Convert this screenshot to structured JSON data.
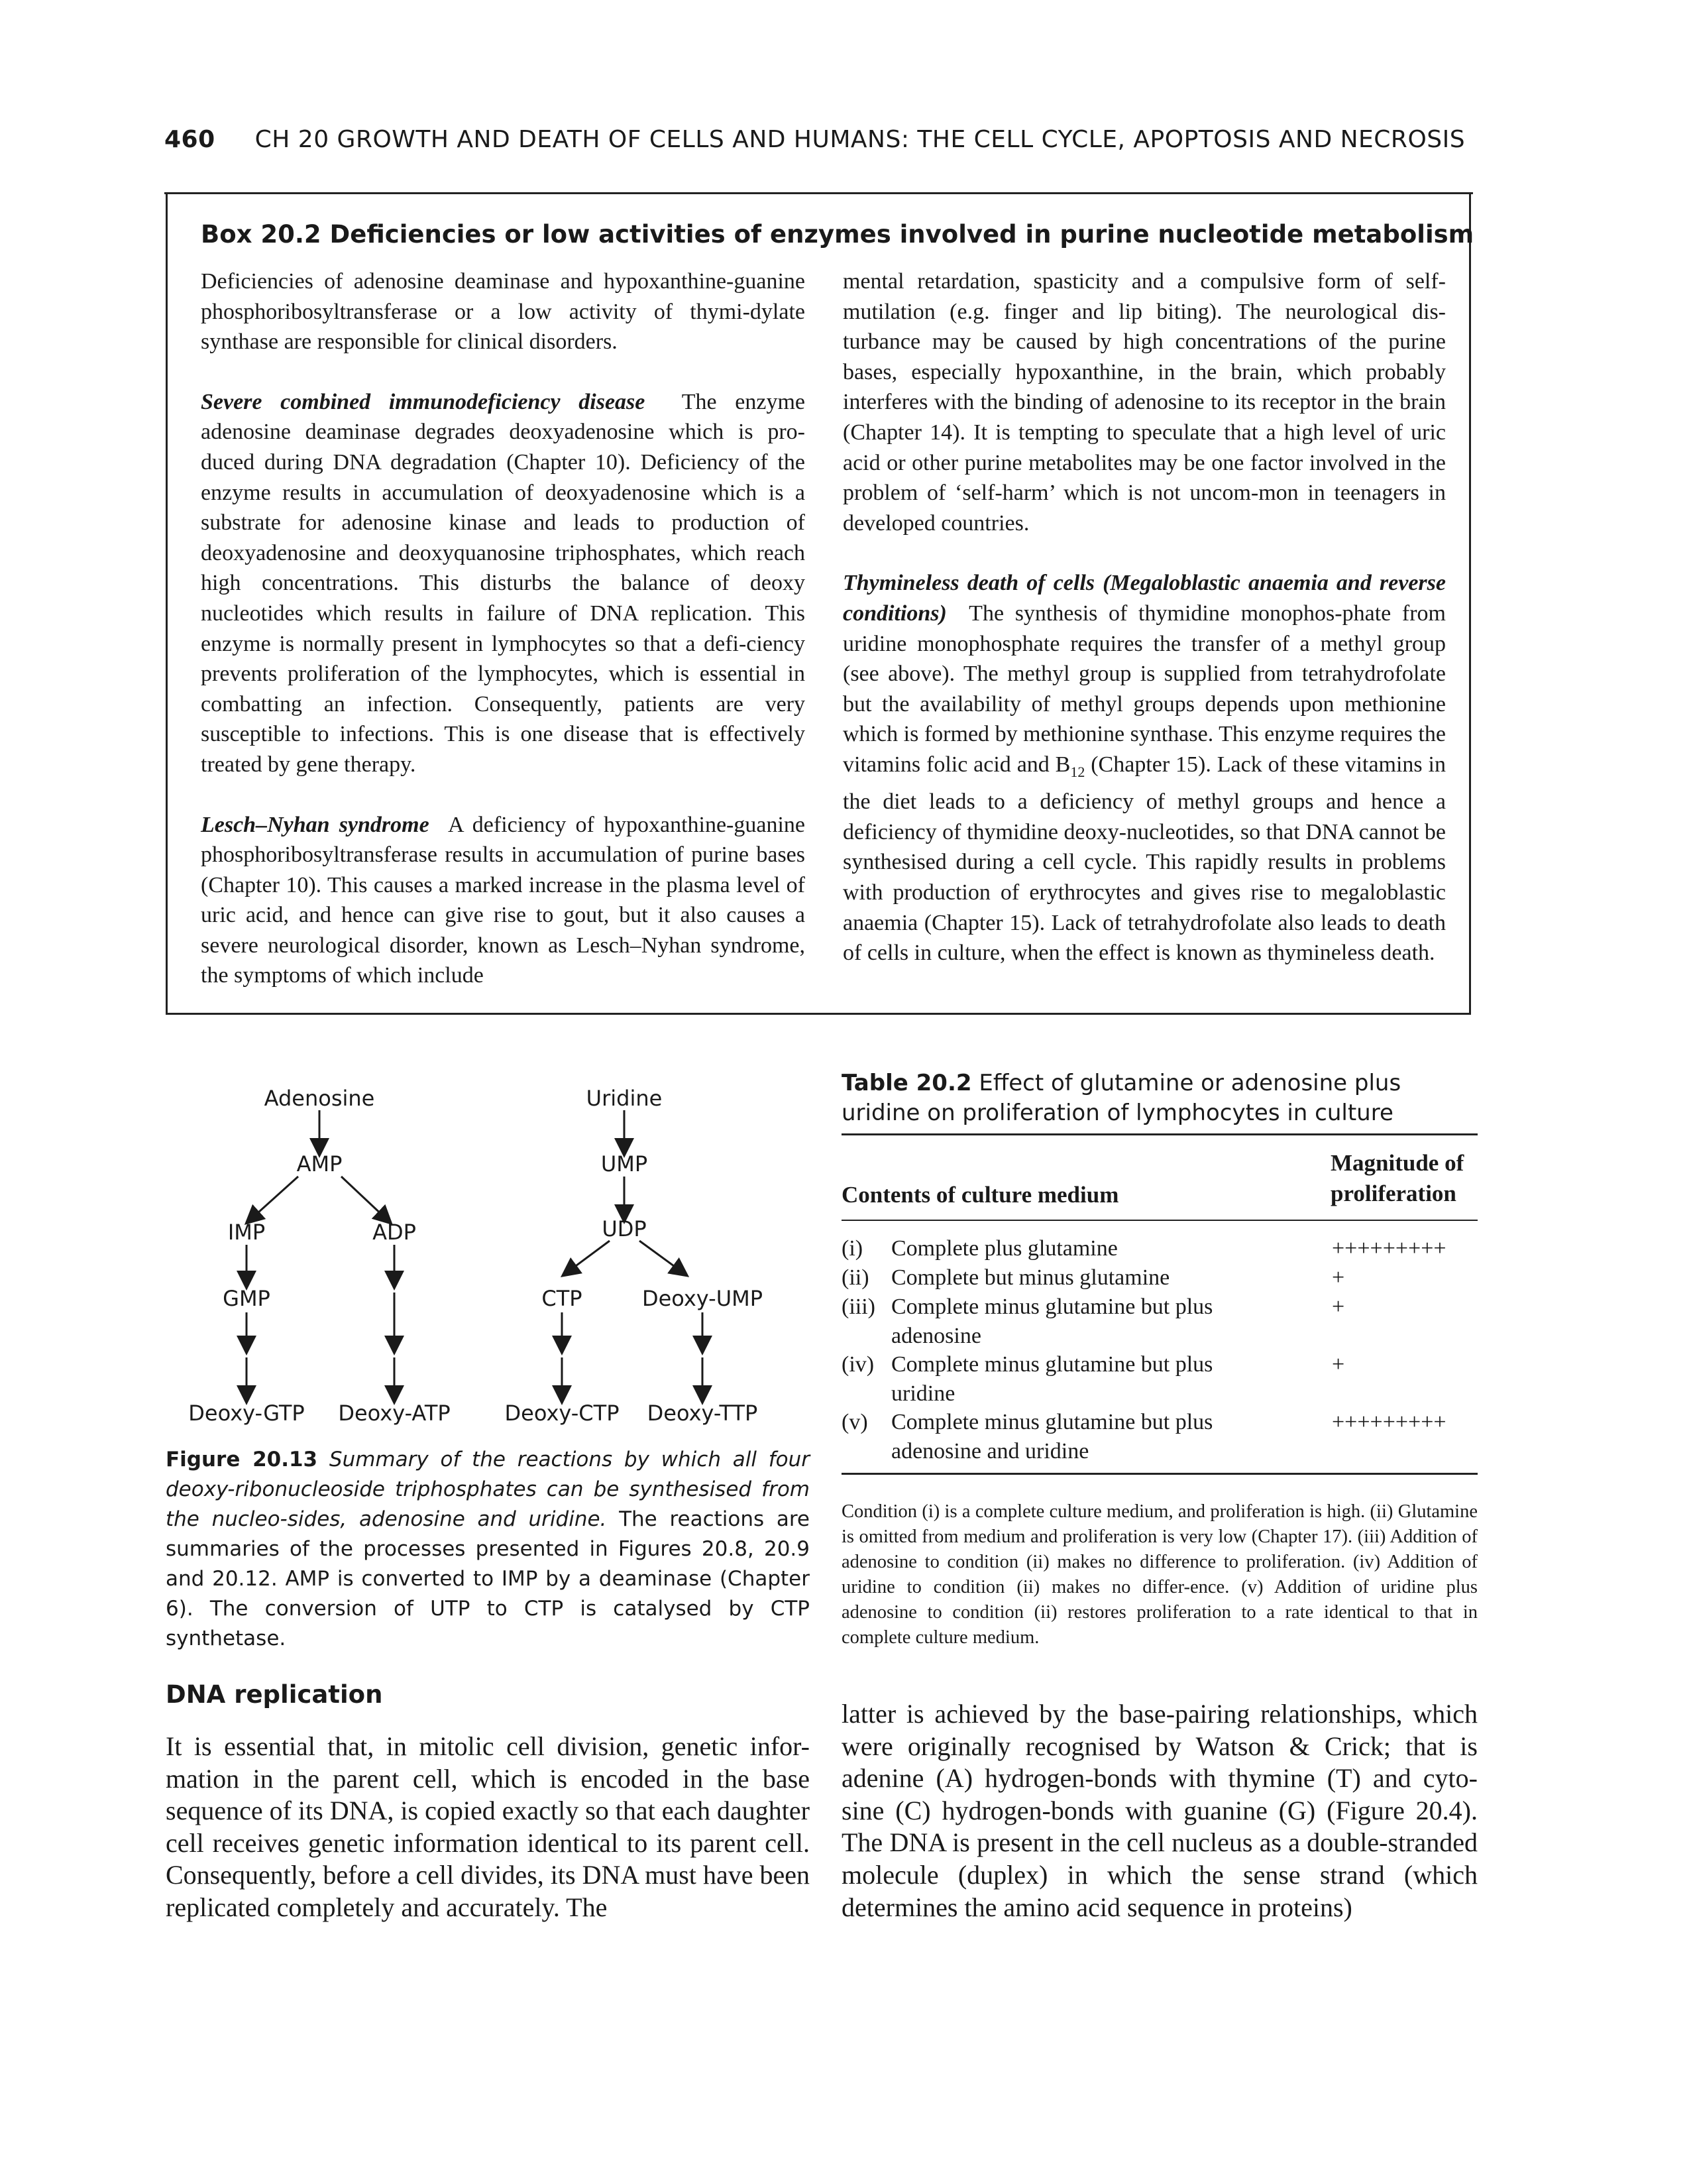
{
  "header": {
    "page_number": "460",
    "running_title": "CH 20  GROWTH AND DEATH OF CELLS AND HUMANS: THE CELL CYCLE, APOPTOSIS AND NECROSIS"
  },
  "box": {
    "title": "Box 20.2 Deficiencies or low activities of enzymes involved in purine nucleotide metabolism",
    "intro": "Deficiencies of adenosine deaminase and hypoxanthine-guanine phosphoribosyltransferase or a low activity of thymi-dylate synthase are responsible for clinical disorders.",
    "scid_heading": "Severe combined immunodeficiency disease",
    "scid_text": "The enzyme adenosine deaminase degrades deoxyadenosine which is pro-duced during DNA degradation (Chapter 10). Deficiency of the enzyme results in accumulation of deoxyadenosine which is a substrate for adenosine kinase and leads to production of deoxyadenosine and deoxyquanosine triphosphates, which reach high concentrations. This disturbs the balance of deoxy nucleotides which results in failure of DNA replication. This enzyme is normally present in lymphocytes so that a defi-ciency prevents proliferation of the lymphocytes, which is essential in combatting an infection. Consequently, patients are very susceptible to infections. This is one disease that is effectively treated by gene therapy.",
    "lesch_heading": "Lesch–Nyhan syndrome",
    "lesch_text": "A deficiency of hypoxanthine-guanine phosphoribosyltransferase results in accumulation of purine bases (Chapter 10). This causes a marked increase in the plasma level of uric acid, and hence can give rise to gout, but it also causes a severe neurological disorder, known as Lesch–Nyhan syndrome, the symptoms of which include",
    "right_para1": "mental retardation, spasticity and a compulsive form of self-mutilation (e.g. finger and lip biting). The neurological dis-turbance may be caused by high concentrations of the purine bases, especially hypoxanthine, in the brain, which probably interferes with the binding of adenosine to its receptor in the brain (Chapter 14). It is tempting to speculate that a high level of uric acid or other purine metabolites may be one factor involved in the problem of ‘self-harm’ which is not uncom-mon in teenagers in developed countries.",
    "thym_heading": "Thymineless death of cells (Megaloblastic anaemia and reverse conditions)",
    "thym_text_a": "The synthesis of thymidine monophos-phate from uridine monophosphate requires the transfer of a methyl group (see above). The methyl group is supplied from tetrahydrofolate but the availability of methyl groups depends upon methionine which is formed by methionine synthase. This enzyme requires the vitamins folic acid and B",
    "thym_sub": "12",
    "thym_text_b": " (Chapter 15). Lack of these vitamins in the diet leads to a deficiency of methyl groups and hence a deficiency of thymidine deoxy-nucleotides, so that DNA cannot be synthesised during a cell cycle. This rapidly results in problems with production of erythrocytes and gives rise to megaloblastic anaemia (Chapter 15). Lack of tetrahydrofolate also leads to death of cells in culture, when the effect is known as thymineless death."
  },
  "figure": {
    "nodes": {
      "adenosine": "Adenosine",
      "amp": "AMP",
      "imp": "IMP",
      "adp": "ADP",
      "gmp": "GMP",
      "deoxy_gtp": "Deoxy-GTP",
      "deoxy_atp": "Deoxy-ATP",
      "uridine": "Uridine",
      "ump": "UMP",
      "udp": "UDP",
      "ctp": "CTP",
      "deoxy_ump": "Deoxy-UMP",
      "deoxy_ctp": "Deoxy-CTP",
      "deoxy_ttp": "Deoxy-TTP"
    },
    "caption_label": "Figure 20.13",
    "caption_italic": "Summary of the reactions by which all four deoxy-ribonucleoside triphosphates can be synthesised from the nucleo-sides, adenosine and uridine.",
    "caption_text": "The reactions are summaries of the processes presented in Figures 20.8, 20.9 and 20.12. AMP is converted to IMP by a deaminase (Chapter 6). The conversion of UTP to CTP is catalysed by CTP synthetase."
  },
  "table": {
    "label": "Table 20.2",
    "title": "Effect of glutamine or adenosine plus uridine on proliferation of lymphocytes in culture",
    "col1_header": "Contents of culture medium",
    "col2_header": "Magnitude of proliferation",
    "rows": [
      {
        "num": "(i)",
        "text": "Complete plus glutamine",
        "magnitude": "+++++++++"
      },
      {
        "num": "(ii)",
        "text": "Complete but minus glutamine",
        "magnitude": "+"
      },
      {
        "num": "(iii)",
        "text": "Complete minus glutamine but plus adenosine",
        "magnitude": "+"
      },
      {
        "num": "(iv)",
        "text": "Complete minus glutamine but plus uridine",
        "magnitude": "+"
      },
      {
        "num": "(v)",
        "text": "Complete minus glutamine but plus adenosine and uridine",
        "magnitude": "+++++++++"
      }
    ],
    "note": "Condition (i) is a complete culture medium, and proliferation is high. (ii) Glutamine is omitted from medium and proliferation is very low (Chapter 17). (iii) Addition of adenosine to condition (ii) makes no difference to proliferation. (iv) Addition of uridine to condition (ii) makes no differ-ence. (v) Addition of uridine plus adenosine to condition (ii) restores proliferation to a rate identical to that in complete culture medium."
  },
  "section": {
    "heading": "DNA replication",
    "left_text": "It is essential that, in mitolic cell division, genetic infor-mation in the parent cell, which is encoded in the base sequence of its DNA, is copied exactly so that each daughter cell receives genetic information identical to its parent cell. Consequently, before a cell divides, its DNA must have been replicated completely and accurately. The",
    "right_text": "latter is achieved by the base-pairing relationships, which were originally recognised by Watson & Crick; that is adenine (A) hydrogen-bonds with thymine (T) and cyto-sine (C) hydrogen-bonds with guanine (G) (Figure 20.4). The DNA is present in the cell nucleus as a double-stranded molecule (duplex) in which the sense strand (which determines the amino acid sequence in proteins)"
  }
}
